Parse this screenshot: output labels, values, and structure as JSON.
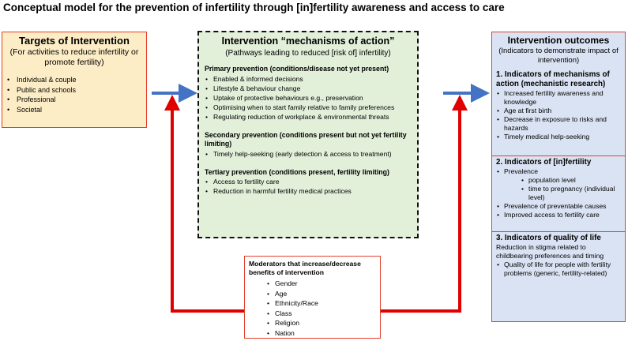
{
  "title": "Conceptual model for the prevention of infertility through [in]fertility awareness and access to care",
  "targets": {
    "heading": "Targets of Intervention",
    "subtitle": "(For activities to reduce infertility or promote fertility)",
    "items": [
      "Individual & couple",
      "Public and schools",
      "Professional",
      "Societal"
    ]
  },
  "mechanisms": {
    "heading": "Intervention “mechanisms of action”",
    "subtitle": "(Pathways leading to reduced [risk of] infertility)",
    "primary": {
      "heading": "Primary prevention (conditions/disease not yet present)",
      "items": [
        "Enabled & informed decisions",
        "Lifestyle & behaviour change",
        "Uptake of protective behaviours e.g., preservation",
        "Optimising when to start family relative to family preferences",
        "Regulating reduction of workplace & environmental threats"
      ]
    },
    "secondary": {
      "heading": "Secondary prevention (conditions present but not yet fertility limiting)",
      "items": [
        "Timely help-seeking (early detection & access to treatment)"
      ]
    },
    "tertiary": {
      "heading": "Tertiary prevention (conditions present, fertility limiting)",
      "items": [
        "Access to fertility care",
        "Reduction in harmful fertility medical practices"
      ]
    }
  },
  "outcomes": {
    "heading": "Intervention outcomes",
    "subtitle": "(Indicators to demonstrate impact of intervention)",
    "section1": {
      "heading": "1. Indicators of mechanisms of action (mechanistic research)",
      "items": [
        "Increased fertility awareness and knowledge",
        "Age at first birth",
        "Decrease in exposure to risks and hazards",
        "Timely medical help-seeking"
      ]
    },
    "section2": {
      "heading": "2. Indicators of [in]fertility",
      "items": [
        "Prevalence"
      ],
      "subitems": [
        "population level",
        "time to pregnancy (individual level)"
      ],
      "items_after": [
        "Prevalence of preventable causes",
        "Improved access to fertility care"
      ]
    },
    "section3": {
      "heading": "3. Indicators of quality of life",
      "text": "Reduction in stigma related to childbearing preferences and timing",
      "items": [
        "Quality of life for people with fertility problems (generic, fertility-related)"
      ]
    }
  },
  "moderators": {
    "heading": "Moderators that increase/decrease benefits of intervention",
    "items": [
      "Gender",
      "Age",
      "Ethnicity/Race",
      "Class",
      "Religion",
      "Nation"
    ]
  },
  "colors": {
    "blue_arrow": "#4472c4",
    "red_arrow": "#e00000",
    "box_border": "#e0402c",
    "targets_fill": "#fdedc6",
    "mechanisms_fill": "#e2efd9",
    "outcomes_fill": "#dae3f3"
  }
}
